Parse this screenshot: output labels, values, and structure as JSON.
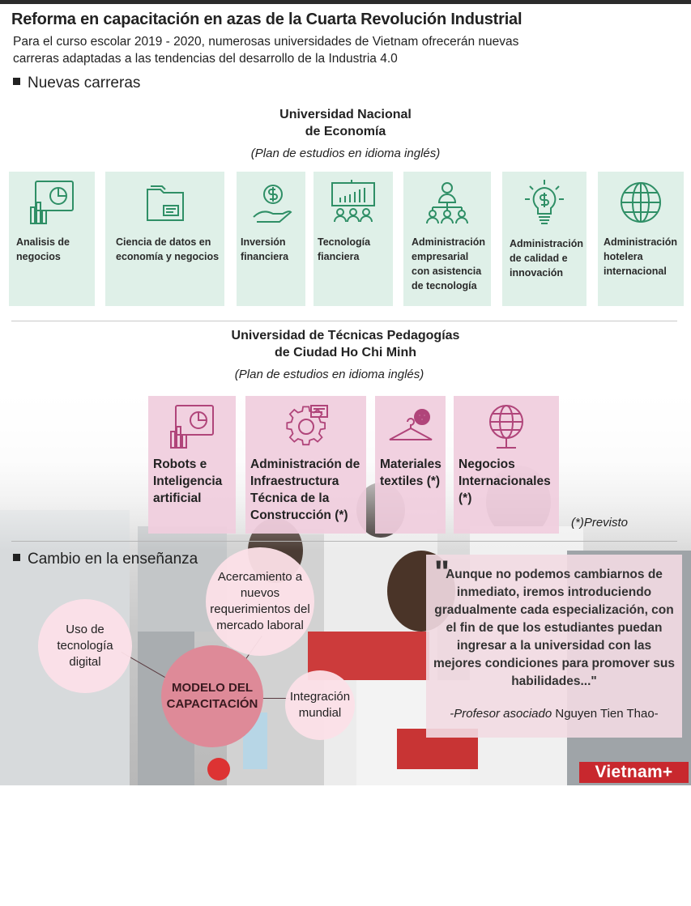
{
  "header": {
    "title": "Reforma en capacitación en azas de la Cuarta Revolución Industrial",
    "subtitle": "Para el curso escolar 2019 - 2020, numerosas universidades de Vietnam ofrecerán nuevas carreras adaptadas a las tendencias del desarrollo de la Industria 4.0"
  },
  "sections": {
    "new_careers": "Nuevas carreras",
    "teaching_change": "Cambio en la enseñanza"
  },
  "university1": {
    "name_line1": "Universidad Nacional",
    "name_line2": "de Economía",
    "note": "(Plan de estudios en idioma inglés)",
    "careers": [
      {
        "label": "Analisis de negocios",
        "icon": "chart-monitor-icon"
      },
      {
        "label": "Ciencia de datos en economía y negocios",
        "icon": "folder-icon"
      },
      {
        "label": "Inversión financiera",
        "icon": "money-hand-icon"
      },
      {
        "label": "Tecnología fianciera",
        "icon": "presentation-icon"
      },
      {
        "label": "Administración empresarial con asistencia de tecnología",
        "icon": "org-chart-icon"
      },
      {
        "label": "Administración de calidad e innovación",
        "icon": "lightbulb-icon"
      },
      {
        "label": "Administración hotelera internacional",
        "icon": "globe-icon"
      }
    ]
  },
  "university2": {
    "name_line1": "Universidad de Técnicas Pedagogías",
    "name_line2": "de Ciudad Ho Chi Minh",
    "note": "(Plan de estudios en idioma inglés)",
    "careers": [
      {
        "label": "Robots e Inteligencia artificial",
        "icon": "chart-monitor-icon"
      },
      {
        "label": "Administración de Infraestructura Técnica de la Construcción (*)",
        "icon": "gear-icon"
      },
      {
        "label": "Materiales textiles (*)",
        "icon": "hanger-icon"
      },
      {
        "label": "Negocios Internacionales (*)",
        "icon": "globe-icon"
      }
    ]
  },
  "footnote": "(*)Previsto",
  "model": {
    "core": "MODELO DEL CAPACITACIÓN",
    "digital": "Uso de tecnología digital",
    "market": "Acercamiento a nuevos requerimientos del mercado laboral",
    "global": "Integración mundial"
  },
  "quote": {
    "mark": "\"",
    "text": "Aunque no podemos cambiarnos de inmediato, iremos introduciendo gradualmente cada especialización, con el fin de que los estudiantes puedan ingresar a la universidad con las mejores condiciones para promover sus habilidades...\"",
    "author_title": "-Profesor asociado",
    "author_name": "Nguyen Tien Thao-"
  },
  "logo": "Vietnam+",
  "colors": {
    "green_card": "#dff0e8",
    "green_icon": "#2f8f66",
    "pink_card": "#f0cdde",
    "pink_icon": "#b0457a",
    "core_circle": "#de8a98",
    "logo_red": "#c8282e"
  }
}
